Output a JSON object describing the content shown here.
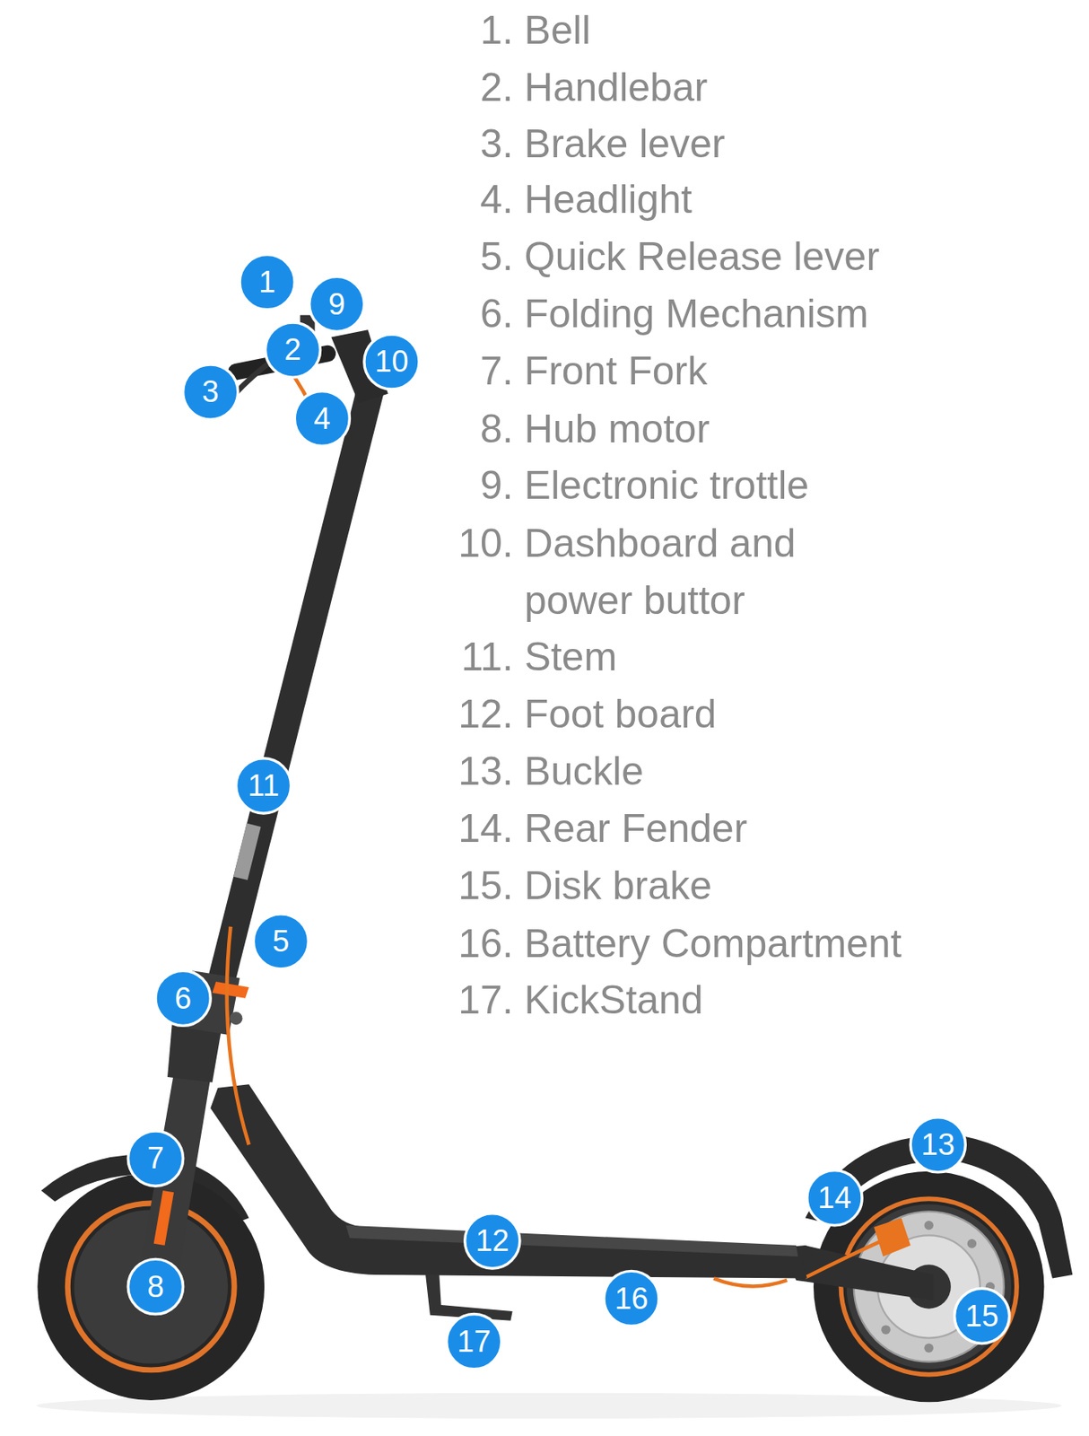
{
  "diagram": {
    "labels": [
      "1. Bell",
      "2. Handlebar",
      "3. Brake lever",
      "4. Headlight",
      "5. Quick Release lever",
      "6. Folding Mechanism",
      "7. Front Fork",
      "8. Hub motor",
      "9. Electronic trottle",
      "10. Dashboard and power buttor",
      "11. Stem",
      "12. Foot board",
      "13. Buckle",
      "14. Rear Fender",
      "15. Disk brake",
      "16. Battery Compartment",
      "17. KickStand",
      "1",
      "9",
      "2",
      "10",
      "3",
      "4",
      "11",
      "5",
      "6",
      "7",
      "8",
      "12",
      "16",
      "17",
      "13",
      "14",
      "15"
    ]
  }
}
